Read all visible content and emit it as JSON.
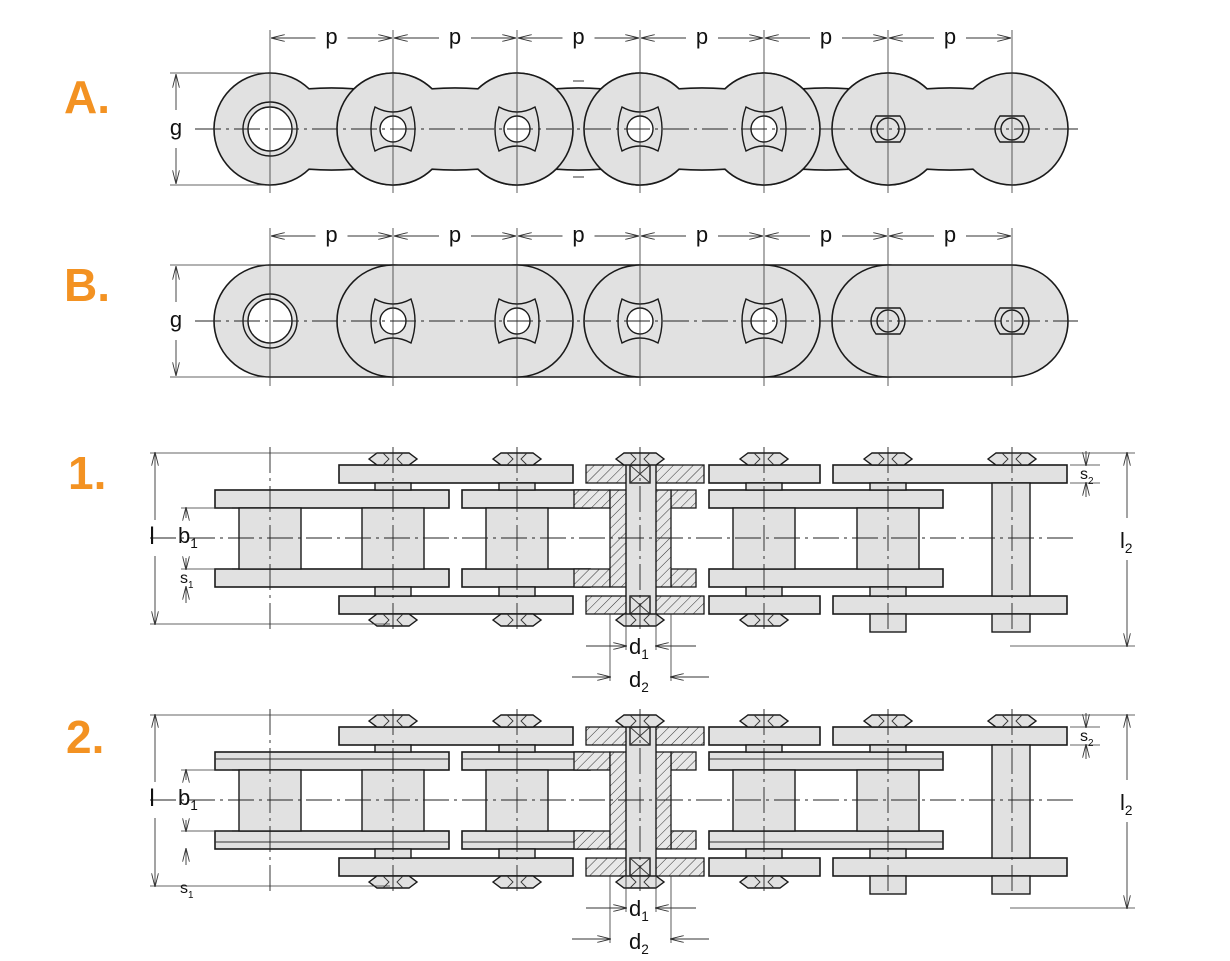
{
  "labels": {
    "view_a": "A.",
    "view_b": "B.",
    "view_1": "1.",
    "view_2": "2."
  },
  "dimensions": {
    "pitch": "p",
    "plate_height": "g",
    "overall_width": "l",
    "overall_width_2": "l",
    "overall_width_2_sub": "2",
    "inner_width": "b",
    "inner_width_sub": "1",
    "inner_plate": "s",
    "inner_plate_sub": "1",
    "outer_plate": "s",
    "outer_plate_sub": "2",
    "pin_diameter": "d",
    "pin_diameter_sub": "1",
    "roller_diameter": "d",
    "roller_diameter_sub": "2"
  },
  "colors": {
    "accent": "#f39222",
    "part_fill": "#e1e1e1",
    "line": "#1a1a1a"
  }
}
